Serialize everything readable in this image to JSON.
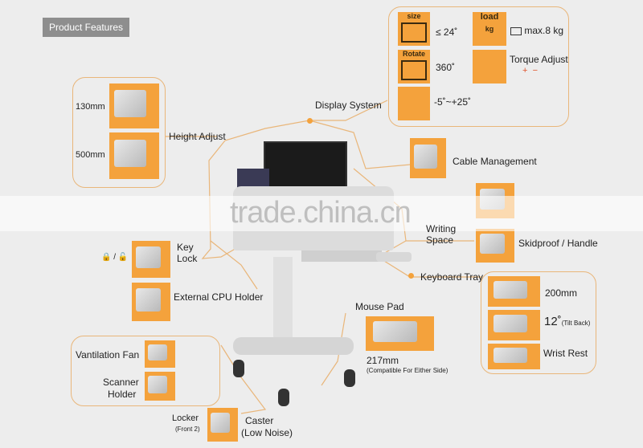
{
  "header": {
    "title": "Product Features"
  },
  "display_box": {
    "size_label": "size",
    "size_value": "≤ 24˚",
    "load_label": "load",
    "load_unit": "kg",
    "load_value": "max.8 kg",
    "rotate_label": "Rotate",
    "rotate_value": "360˚",
    "tilt_value": "-5˚~+25˚",
    "torque_label": "Torque Adjust",
    "torque_plus": "+",
    "torque_minus": "−"
  },
  "labels": {
    "display_system": "Display System",
    "height_adjust": "Height Adjust",
    "h130": "130mm",
    "h500": "500mm",
    "cable_management": "Cable Management",
    "writing_space": "Writing",
    "space": "Space",
    "skidproof": "Skidproof / Handle",
    "keyboard_tray": "Keyboard Tray",
    "kb_200": "200mm",
    "kb_12": "12˚",
    "kb_tilt": "(Tilt Back)",
    "wrist_rest": "Wrist Rest",
    "key_lock": "Key",
    "key_lock2": "Lock",
    "lock_symbol": "🔒 / 🔓",
    "cpu_holder": "External CPU Holder",
    "mouse_pad": "Mouse Pad",
    "mouse_217": "217mm",
    "mouse_note": "(Compatible For Either Side)",
    "fan": "Vantilation Fan",
    "scanner": "Scanner",
    "scanner2": "Holder",
    "locker": "Locker",
    "locker_note": "(Front 2)",
    "caster": "Caster",
    "caster_note": "(Low Noise)"
  },
  "watermark": "trade.china.cn",
  "colors": {
    "accent": "#f4a23c",
    "line": "#e9b67a",
    "background": "#ededed"
  }
}
